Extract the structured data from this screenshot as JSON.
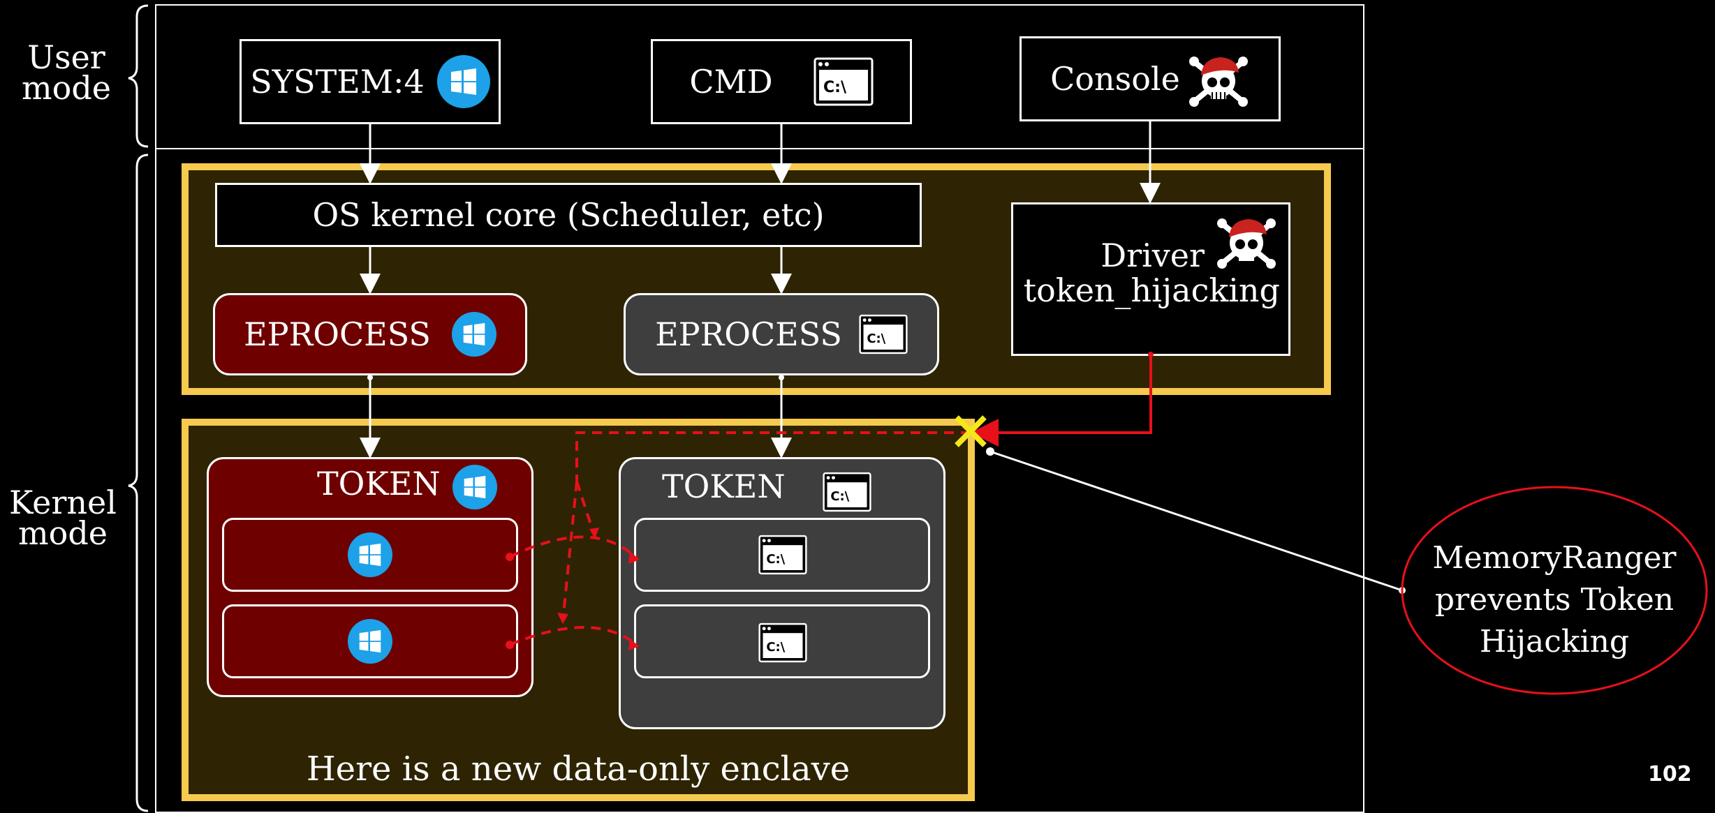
{
  "side_labels": {
    "user_mode": [
      "User",
      "mode"
    ],
    "kernel_mode": [
      "Kernel",
      "mode"
    ]
  },
  "user_boxes": {
    "system": "SYSTEM:4",
    "cmd": "CMD",
    "console": "Console"
  },
  "kernel": {
    "core": "OS kernel core (Scheduler, etc)",
    "driver_line1": "Driver",
    "driver_line2": "token_hijacking",
    "eprocess_system": "EPROCESS",
    "eprocess_cmd": "EPROCESS"
  },
  "enclave": {
    "token_system": "TOKEN",
    "token_cmd": "TOKEN",
    "caption": "Here is a new data-only enclave"
  },
  "callout": {
    "line1": "MemoryRanger",
    "line2": "prevents Token",
    "line3": "Hijacking"
  },
  "cmd_icon_text": "C:\\",
  "page_number": "102",
  "colors": {
    "region_border": "#f6c94f",
    "region_fill": "#2e2403",
    "system_fill": "#6e0000",
    "cmd_fill": "#3e3e3e",
    "attack": "#e8101a",
    "block": "#f4e81a",
    "windows_blue": "#1da1e8"
  },
  "icons": [
    "windows-logo-icon",
    "cmd-window-icon",
    "pirate-skull-icon",
    "blocked-x-icon"
  ]
}
